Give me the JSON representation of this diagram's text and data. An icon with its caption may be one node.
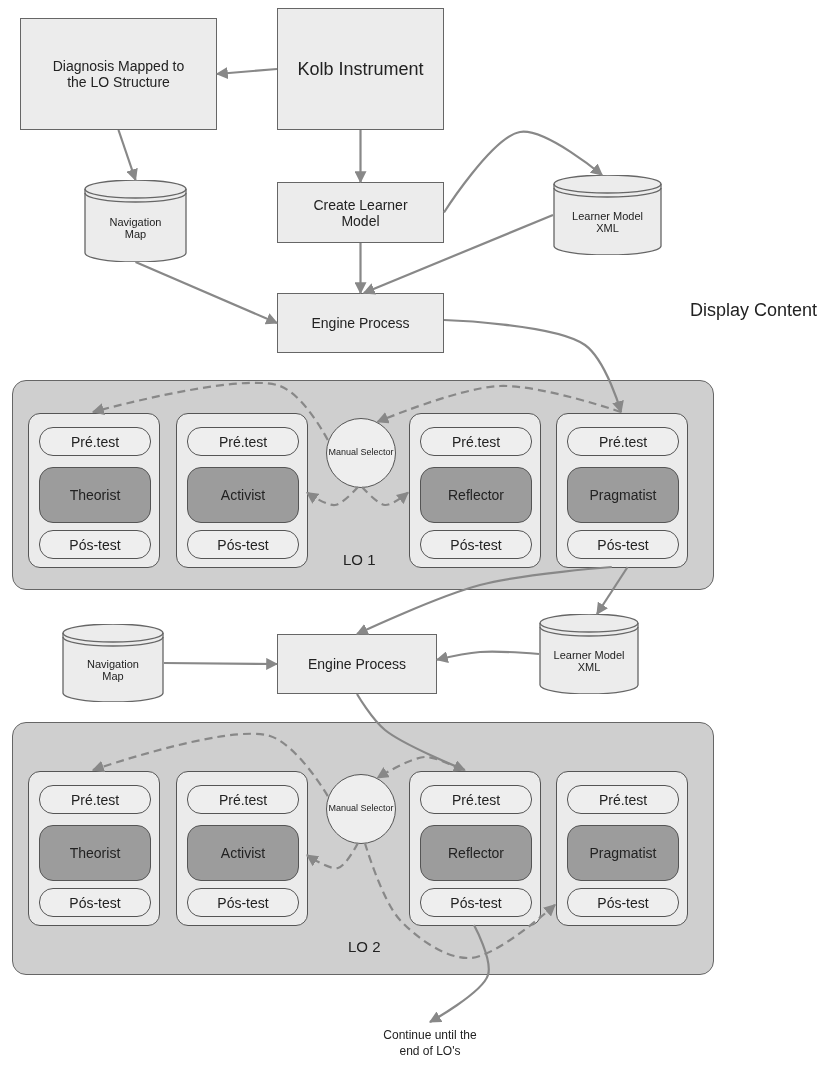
{
  "diagram": {
    "nodes": [
      {
        "text": [
          "Diagnosis Mapped to the LO Structure"
        ]
      },
      {
        "text": [
          "Kolb Instrument"
        ]
      },
      {
        "text": [
          "Navigation Map"
        ]
      },
      {
        "text": [
          "Create Learner Model"
        ]
      },
      {
        "text": [
          "Learner Model XML"
        ]
      },
      {
        "text": [
          "Engine Process"
        ]
      },
      {
        "text": [
          "LO 1"
        ]
      },
      {
        "text": [],
        "shape": "box",
        "in": 6
      },
      {
        "text": [
          "Pré.test"
        ],
        "in": 7
      },
      {
        "text": [
          "Theorist"
        ],
        "in": 7
      },
      {
        "text": [
          "Pós-test"
        ],
        "in": 7
      },
      {
        "text": [],
        "shape": "box",
        "in": 6
      },
      {
        "text": [
          "Pré.test"
        ],
        "in": 11
      },
      {
        "text": [
          "Activist"
        ],
        "in": 11
      },
      {
        "text": [
          "Pós-test"
        ],
        "in": 11
      },
      {
        "text": [
          "Manual Selector"
        ],
        "in": 6
      },
      {
        "text": [],
        "shape": "box",
        "in": 6
      },
      {
        "text": [
          "Pré.test"
        ],
        "in": 16
      },
      {
        "text": [
          "Reflector"
        ],
        "in": 16
      },
      {
        "text": [
          "Pós-test"
        ],
        "in": 16
      },
      {
        "text": [],
        "shape": "box",
        "in": 6
      },
      {
        "text": [
          "Pré.test"
        ],
        "in": 20
      },
      {
        "text": [
          "Pragmatist"
        ],
        "in": 20
      },
      {
        "text": [
          "Pós-test"
        ],
        "in": 20
      },
      {
        "text": [
          "Navigation Map"
        ]
      },
      {
        "text": [
          "Engine Process"
        ]
      },
      {
        "text": [
          "Learner Model XML"
        ]
      },
      {
        "text": [
          "LO 2"
        ]
      },
      {
        "text": [],
        "shape": "box",
        "in": 27
      },
      {
        "text": [
          "Pré.test"
        ],
        "in": 28
      },
      {
        "text": [
          "Theorist"
        ],
        "in": 28
      },
      {
        "text": [
          "Pós-test"
        ],
        "in": 28
      },
      {
        "text": [],
        "shape": "box",
        "in": 27
      },
      {
        "text": [
          "Pré.test"
        ],
        "in": 32
      },
      {
        "text": [
          "Activist"
        ],
        "in": 32
      },
      {
        "text": [
          "Pós-test"
        ],
        "in": 32
      },
      {
        "text": [
          "Manual Selector"
        ],
        "in": 27
      },
      {
        "text": [],
        "shape": "box",
        "in": 27
      },
      {
        "text": [
          "Pré.test"
        ],
        "in": 37
      },
      {
        "text": [
          "Reflector"
        ],
        "in": 37
      },
      {
        "text": [
          "Pós-test"
        ],
        "in": 37
      },
      {
        "text": [],
        "shape": "box",
        "in": 27
      },
      {
        "text": [
          "Pré.test"
        ],
        "in": 41
      },
      {
        "text": [
          "Pragmatist"
        ],
        "in": 41
      },
      {
        "text": [
          "Pós-test"
        ],
        "in": 41
      },
      {
        "text": [
          "Continue until the end of LO's"
        ]
      }
    ],
    "edges": [
      {
        "from": 1,
        "to": 0,
        "arrow": "to"
      },
      {
        "from": 0,
        "to": 2,
        "arrow": "to"
      },
      {
        "from": 1,
        "to": 3,
        "arrow": "to"
      },
      {
        "from": 3,
        "to": 4,
        "arrow": "to"
      },
      {
        "from": 3,
        "to": 5,
        "arrow": "to"
      },
      {
        "from": 4,
        "to": 5,
        "arrow": "to"
      },
      {
        "from": 2,
        "to": 5,
        "arrow": "to"
      },
      {
        "from": 5,
        "to": 20,
        "arrow": "to"
      },
      {
        "from": 20,
        "to": 15,
        "arrow": "to",
        "style": "dashed"
      },
      {
        "from": 15,
        "to": 7,
        "arrow": "to",
        "style": "dashed"
      },
      {
        "from": 15,
        "to": 11,
        "arrow": "to",
        "style": "dashed"
      },
      {
        "from": 15,
        "to": 16,
        "arrow": "to",
        "style": "dashed"
      },
      {
        "from": 20,
        "to": 25,
        "arrow": "to"
      },
      {
        "from": 20,
        "to": 26,
        "arrow": "to"
      },
      {
        "from": 24,
        "to": 25,
        "arrow": "to"
      },
      {
        "from": 26,
        "to": 25,
        "arrow": "to"
      },
      {
        "from": 25,
        "to": 37,
        "arrow": "to"
      },
      {
        "from": 37,
        "to": 36,
        "arrow": "to",
        "style": "dashed"
      },
      {
        "from": 36,
        "to": 28,
        "arrow": "to",
        "style": "dashed"
      },
      {
        "from": 36,
        "to": 32,
        "arrow": "to",
        "style": "dashed"
      },
      {
        "from": 36,
        "to": 41,
        "arrow": "to",
        "style": "dashed"
      },
      {
        "from": 37,
        "to": 45,
        "arrow": "to"
      }
    ],
    "labels": [
      "Display Content"
    ]
  }
}
